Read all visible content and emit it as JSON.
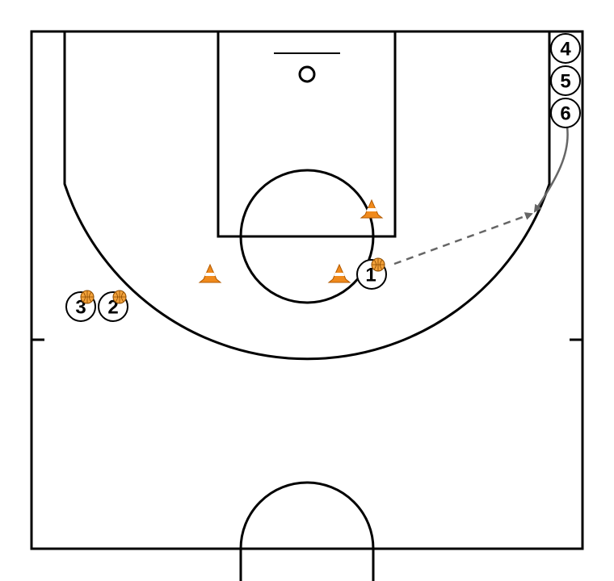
{
  "diagram": {
    "colors": {
      "court_lines": "#000000",
      "background": "#ffffff",
      "cone": "#f08a1c",
      "ball": "#f3a23a",
      "cut_arrow": "#666666",
      "pass_line": "#666666"
    },
    "players": [
      {
        "id": "p1",
        "label": "1",
        "has_ball": true
      },
      {
        "id": "p2",
        "label": "2",
        "has_ball": true
      },
      {
        "id": "p3",
        "label": "3",
        "has_ball": true
      },
      {
        "id": "p4",
        "label": "4",
        "has_ball": false
      },
      {
        "id": "p5",
        "label": "5",
        "has_ball": false
      },
      {
        "id": "p6",
        "label": "6",
        "has_ball": false
      }
    ],
    "cones": [
      "cone-left",
      "cone-middle",
      "cone-lane"
    ],
    "actions": [
      {
        "type": "cut",
        "from": "6",
        "style": "solid-arrow"
      },
      {
        "type": "pass",
        "from": "1",
        "to": "6",
        "style": "dashed-arrow"
      }
    ]
  }
}
